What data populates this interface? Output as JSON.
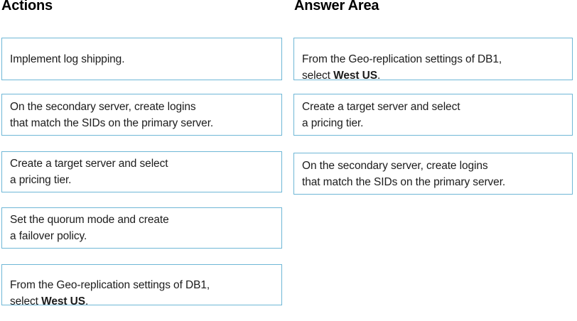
{
  "columns": {
    "actions": {
      "heading": "Actions",
      "items": [
        {
          "text": "Implement log shipping."
        },
        {
          "text": "On the secondary server, create logins\nthat match the SIDs on the primary server."
        },
        {
          "text": "Create a target server and select\na pricing tier."
        },
        {
          "text": "Set the quorum mode and create\na failover policy."
        },
        {
          "pre": "From the Geo-replication settings of DB1,\nselect ",
          "bold": "West US",
          "post": "."
        }
      ]
    },
    "answer": {
      "heading": "Answer Area",
      "items": [
        {
          "pre": "From the Geo-replication settings of DB1,\nselect ",
          "bold": "West US",
          "post": "."
        },
        {
          "text": "Create a target server and select\na pricing tier."
        },
        {
          "text": "On the secondary server, create logins\nthat match the SIDs on the primary server."
        }
      ]
    }
  },
  "colors": {
    "box_border": "#6FB7D6",
    "box_background": "#FFFFFF",
    "text": "#1C1C1C",
    "heading": "#000000",
    "page_background": "#FFFFFF"
  }
}
